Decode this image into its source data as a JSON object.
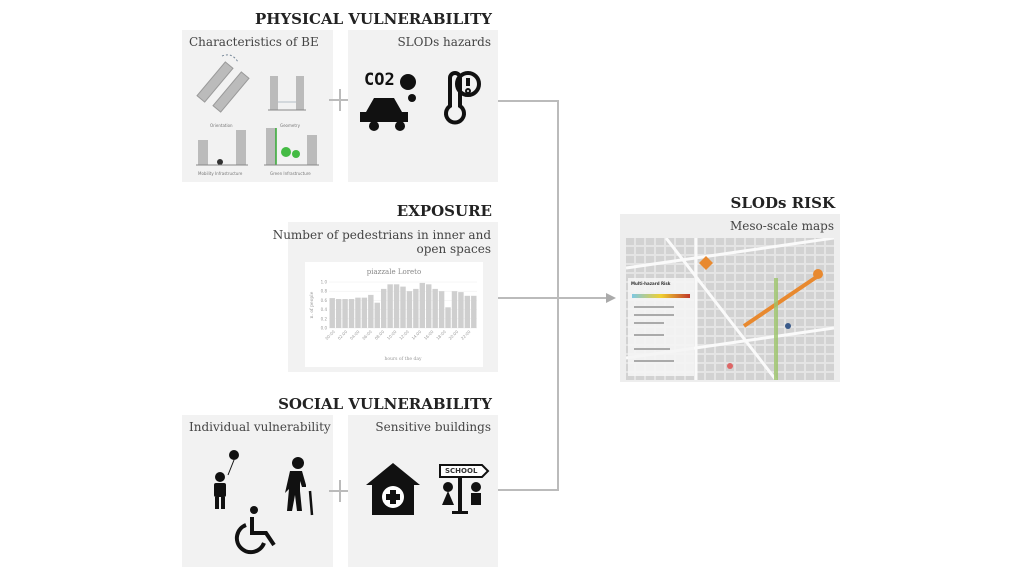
{
  "physical": {
    "title": "PHYSICAL VULNERABILITY",
    "be_label": "Characteristics of BE",
    "be_items": [
      "Orientation",
      "Geometry",
      "Mobility Infrastructure",
      "Green Infrastructure"
    ],
    "hazards_label": "SLODs hazards",
    "co2_text": "CO2"
  },
  "exposure": {
    "title": "EXPOSURE",
    "label_line1": "Number of pedestrians in inner and",
    "label_line2": "open spaces"
  },
  "social": {
    "title": "SOCIAL VULNERABILITY",
    "individual_label": "Individual vulnerability",
    "buildings_label": "Sensitive buildings",
    "school_sign": "SCHOOL"
  },
  "risk": {
    "title": "SLODs RISK",
    "maps_label": "Meso-scale maps",
    "legend_title": "Multi-hazard Risk"
  },
  "colors": {
    "box": "#f2f2f2",
    "connector": "#bbbbbb",
    "bar": "#cfcfcf",
    "risk_line": "#e8892f",
    "green_line": "#9cc46a"
  },
  "chart_data": {
    "type": "bar",
    "title": "piazzale Loreto",
    "xlabel": "hours of the day",
    "ylabel": "n. of people",
    "ylim": [
      0,
      1.0
    ],
    "yticks": [
      "0.0",
      "0.2",
      "0.4",
      "0.6",
      "0.8",
      "1.0"
    ],
    "xticks": [
      "00:00",
      "02:00",
      "04:00",
      "06:00",
      "08:00",
      "10:00",
      "12:00",
      "14:00",
      "16:00",
      "18:00",
      "20:00",
      "22:00"
    ],
    "values": [
      0.65,
      0.63,
      0.63,
      0.63,
      0.66,
      0.66,
      0.72,
      0.55,
      0.85,
      0.95,
      0.95,
      0.9,
      0.8,
      0.85,
      0.98,
      0.95,
      0.85,
      0.8,
      0.45,
      0.8,
      0.78,
      0.7,
      0.7
    ]
  }
}
